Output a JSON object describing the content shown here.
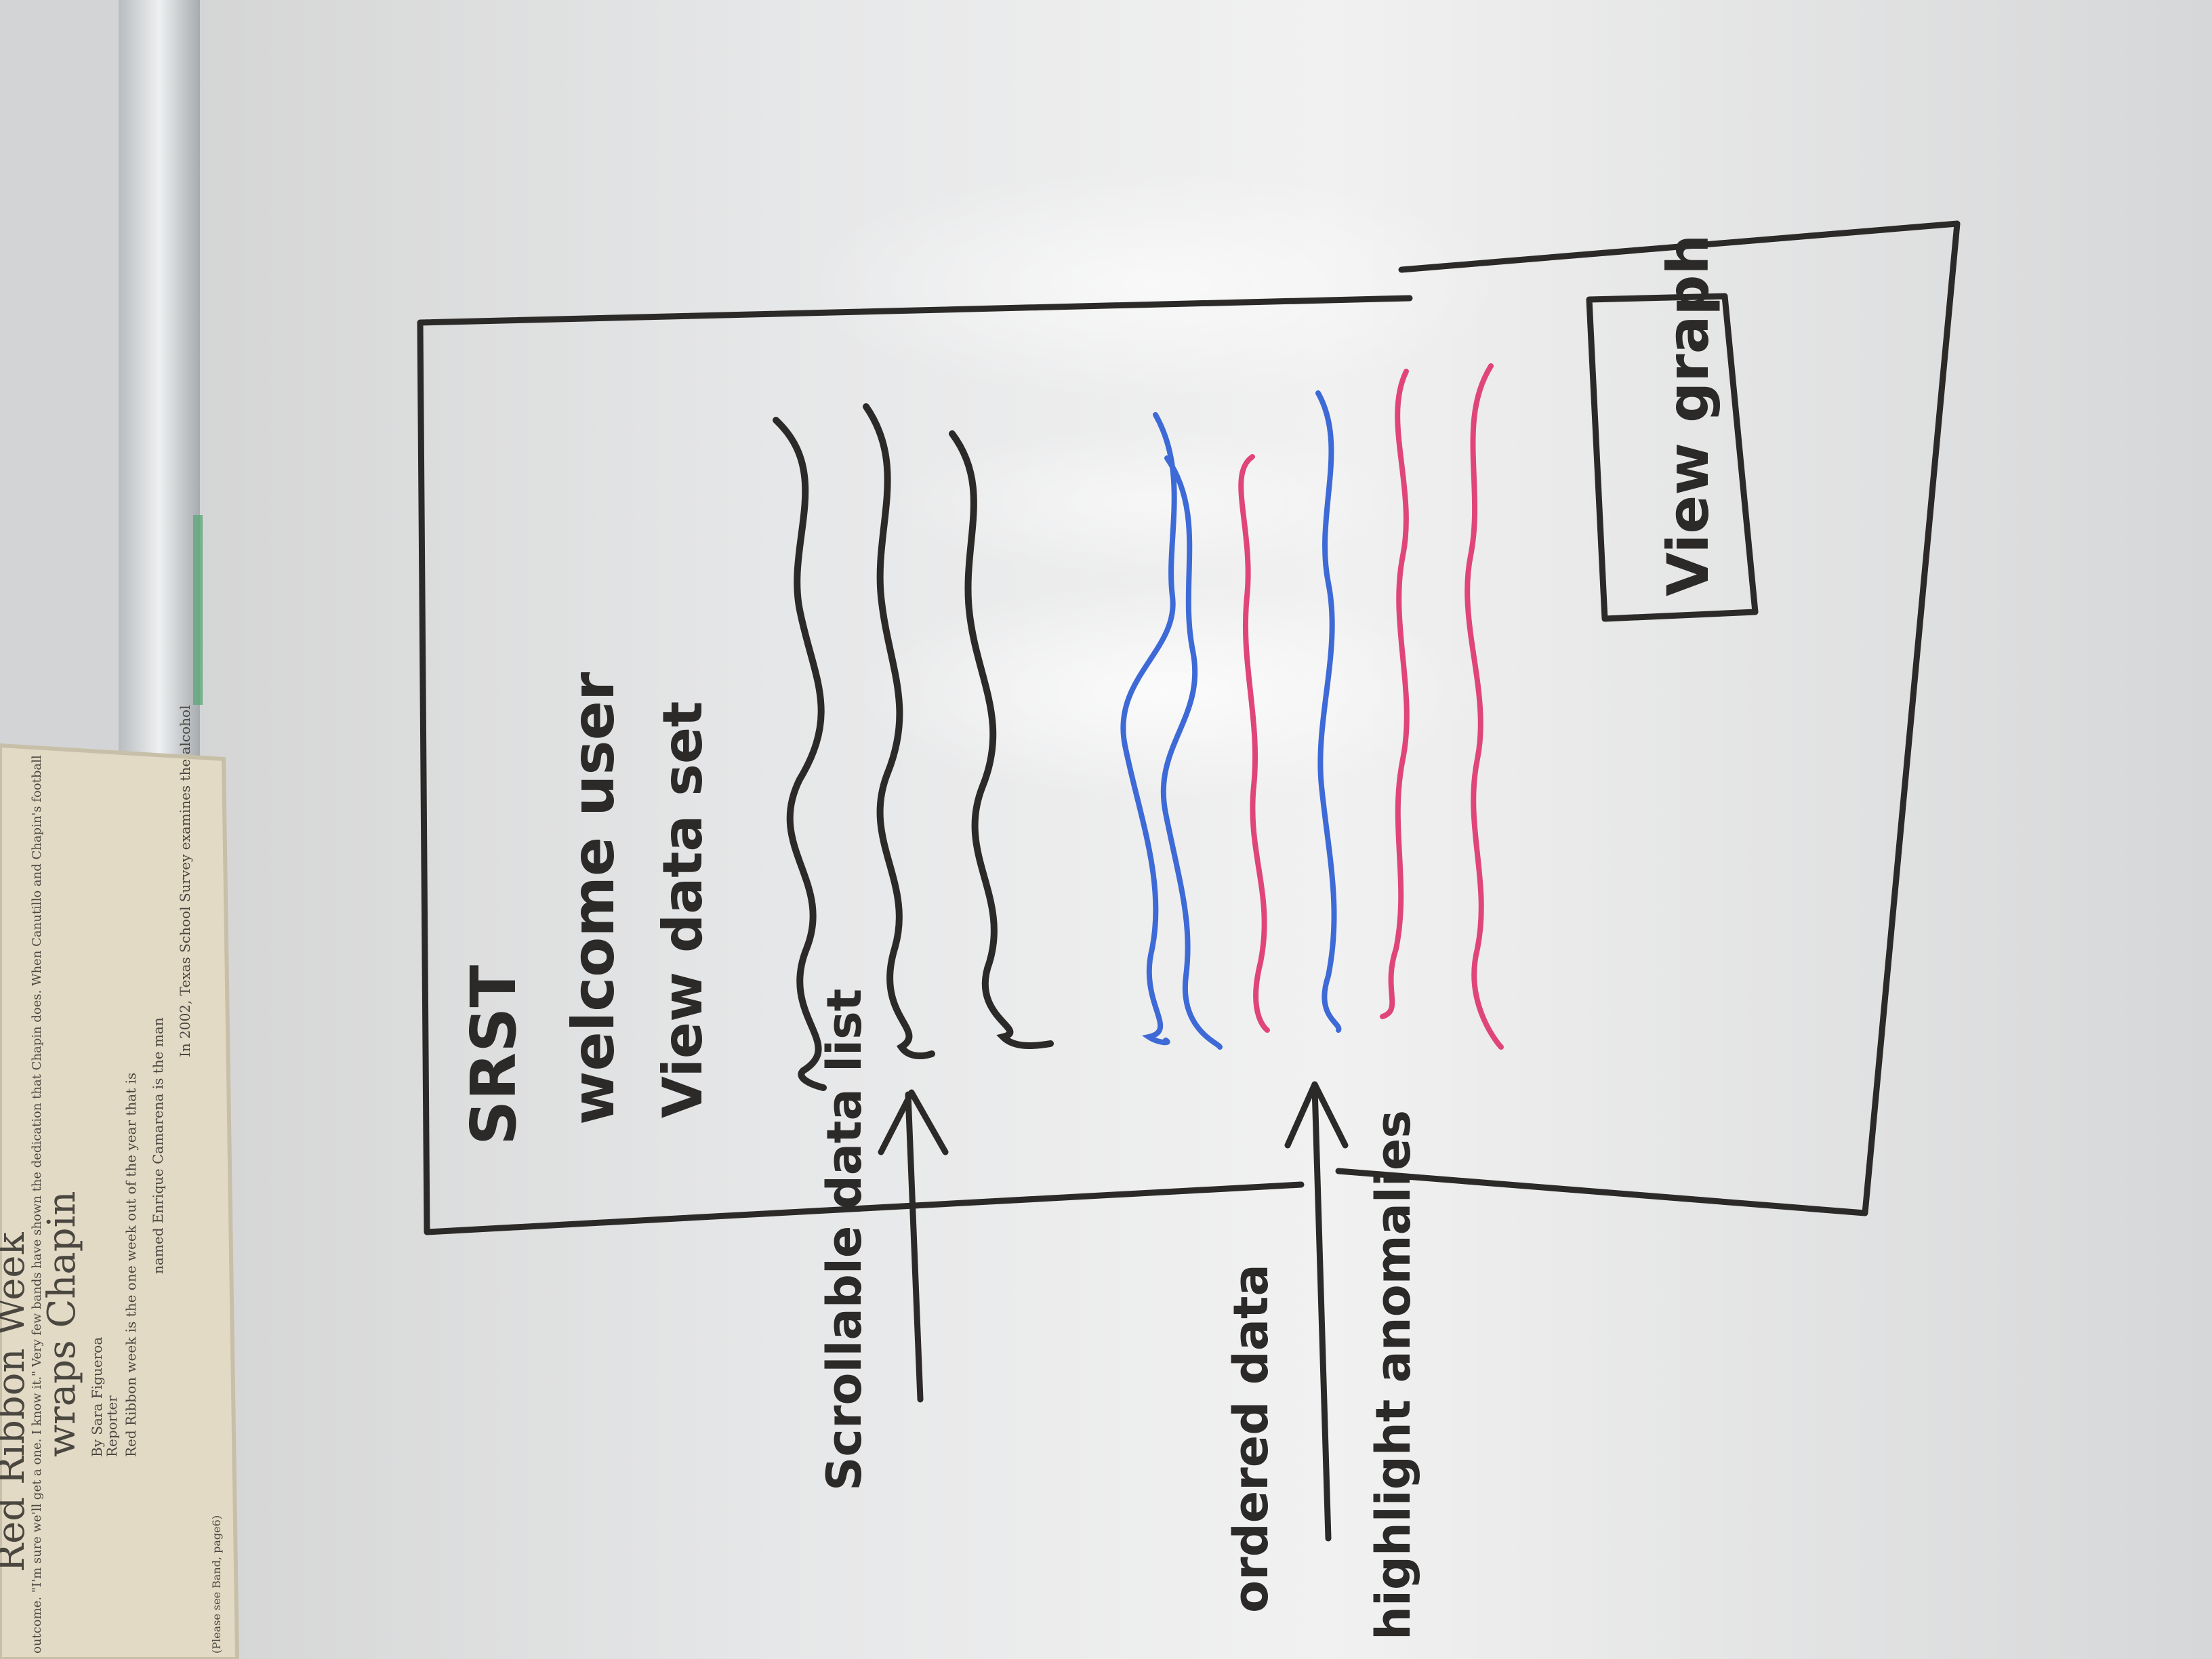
{
  "whiteboard": {
    "title": "SRST",
    "welcome_text": "welcome user",
    "view_data_text": "View data set",
    "button_label": "View graph",
    "annotations": {
      "left": "Scrollable data list",
      "middle": "ordered data",
      "right": "highlight anomalies"
    },
    "colors": {
      "marker_black": "#2b2a28",
      "marker_blue": "#3d6ad6",
      "marker_red": "#e0457a"
    }
  },
  "newspaper_clipping": {
    "headline_line1": "Red Ribbon Week",
    "headline_line2": "wraps Chapin",
    "byline": "By Sara Figueroa",
    "byline_role": "Reporter",
    "body_col1": "outcome. \"I'm sure we'll get a one. I know it.\" Very few bands have shown the dedication that Chapin does. When Canutillo and Chapin's football",
    "body_col2": "Red Ribbon week is the one week out of the year that is",
    "body_col3": "named Enrique Camarena is the man",
    "body_col4": "In 2002, Texas School Survey examines the alcohol",
    "caption": "(Please see Band, page6)"
  }
}
